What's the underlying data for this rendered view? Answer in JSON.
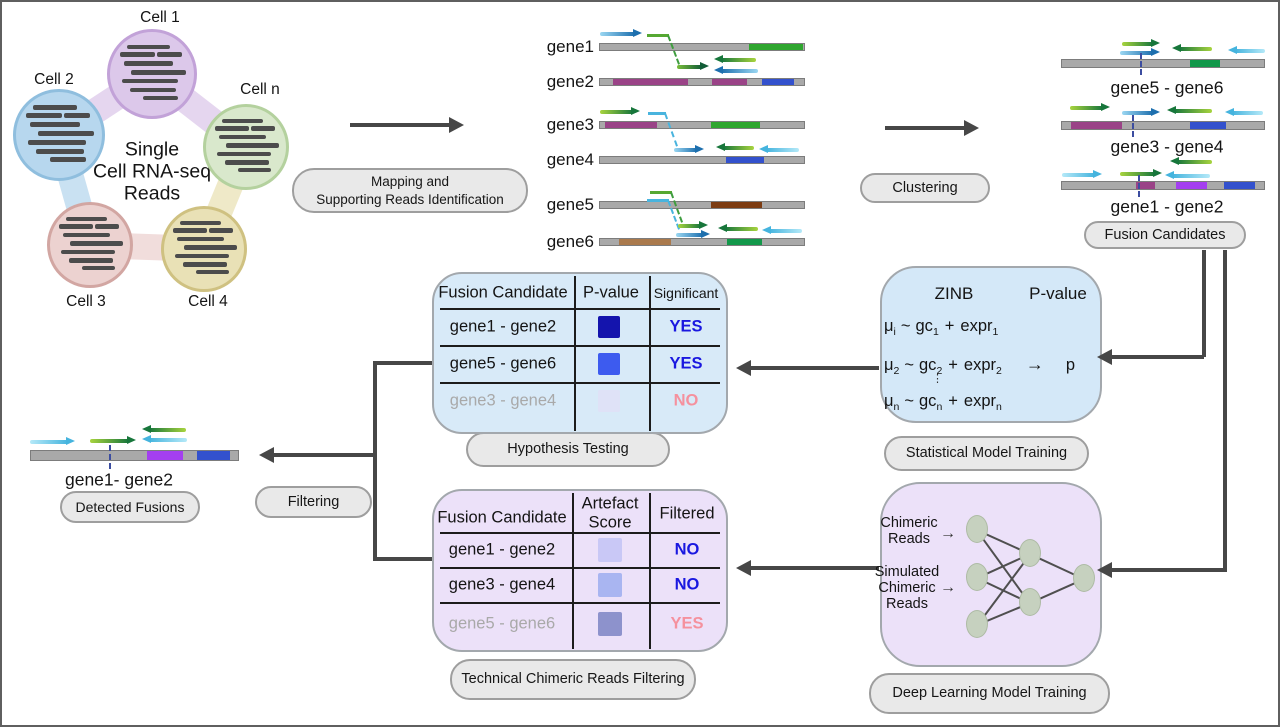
{
  "palette": {
    "flow": "#474747",
    "bar_gray": "#a9a9a9",
    "bar_border": "#7c7c7c",
    "table_line": "#1c1c1c",
    "green": "#2fa62f",
    "dark_green": "#12984a",
    "purple": "#9a4387",
    "blue": "#3351cd",
    "brown": "#7c3c12",
    "tan": "#aa7a4d",
    "violet": "#a43ff0",
    "junction_dash": "#3c4da0",
    "box_blue": "#d8eaf8",
    "box_purple": "#ece1f9",
    "box_border": "#a3a8ad",
    "pill_bg": "#e9e9e9",
    "pill_border": "#9e9e9e",
    "node_fill": "#c6d1bf",
    "node_border": "#aebba5",
    "nn_line": "#4f4f4f",
    "yes_blue": "#1a18e0",
    "no_pink": "#f5919e",
    "dim": "#a9a9a9",
    "read_b": [
      "#9bd7f2",
      "#1d6fae"
    ],
    "read_c": [
      "#b5e9f8",
      "#45b4de"
    ],
    "read_g": [
      "#a8d43e",
      "#17763b"
    ],
    "read_g2": [
      "#79bd3a",
      "#115c36"
    ],
    "cell_read": "#4c4c4c"
  },
  "cluster": {
    "center_lines": [
      "Single",
      "Cell RNA-seq",
      "Reads"
    ],
    "cells": [
      {
        "label": "Cell 1",
        "fill": "#dcc8ea",
        "stroke": "#c2a2d8"
      },
      {
        "label": "Cell 2",
        "fill": "#b7d7ee",
        "stroke": "#8fbede"
      },
      {
        "label": "Cell n",
        "fill": "#d9e8cc",
        "stroke": "#b4d19e"
      },
      {
        "label": "Cell 3",
        "fill": "#ecd2d0",
        "stroke": "#d2a6a2"
      },
      {
        "label": "Cell 4",
        "fill": "#e9e1b6",
        "stroke": "#cfc181"
      }
    ]
  },
  "pills": {
    "mapping_line1": "Mapping and",
    "mapping_line2": "Supporting Reads Identification",
    "clustering": "Clustering",
    "fusion_candidates": "Fusion Candidates",
    "hypothesis": "Hypothesis Testing",
    "statistical": "Statistical Model Training",
    "filtering": "Filtering",
    "detected": "Detected Fusions",
    "technical": "Technical Chimeric Reads Filtering",
    "deep": "Deep Learning Model Training"
  },
  "genes": [
    {
      "label": "gene1",
      "segments": [
        {
          "color": "green",
          "from": 0.73,
          "to": 0.99
        }
      ]
    },
    {
      "label": "gene2",
      "segments": [
        {
          "color": "purple",
          "from": 0.07,
          "to": 0.43
        },
        {
          "color": "purple",
          "from": 0.55,
          "to": 0.72
        },
        {
          "color": "blue",
          "from": 0.79,
          "to": 0.945
        }
      ]
    },
    {
      "label": "gene3",
      "segments": [
        {
          "color": "purple",
          "from": 0.03,
          "to": 0.28
        },
        {
          "color": "green",
          "from": 0.545,
          "to": 0.78
        }
      ]
    },
    {
      "label": "gene4",
      "segments": [
        {
          "color": "blue",
          "from": 0.615,
          "to": 0.8
        }
      ]
    },
    {
      "label": "gene5",
      "segments": [
        {
          "color": "brown",
          "from": 0.545,
          "to": 0.79
        }
      ]
    },
    {
      "label": "gene6",
      "segments": [
        {
          "color": "tan",
          "from": 0.095,
          "to": 0.35
        },
        {
          "color": "dark_green",
          "from": 0.62,
          "to": 0.79
        }
      ]
    }
  ],
  "fusion_candidates": [
    {
      "label": "gene5 - gene6",
      "junction": 0.387,
      "segments": [
        {
          "color": "dark_green",
          "from": 0.63,
          "to": 0.78
        }
      ]
    },
    {
      "label": "gene3 - gene4",
      "junction": 0.348,
      "segments": [
        {
          "color": "purple",
          "from": 0.05,
          "to": 0.3
        },
        {
          "color": "blue",
          "from": 0.63,
          "to": 0.81
        }
      ]
    },
    {
      "label": "gene1 - gene2",
      "junction": 0.377,
      "segments": [
        {
          "color": "purple",
          "from": 0.37,
          "to": 0.46
        },
        {
          "color": "violet",
          "from": 0.565,
          "to": 0.715
        },
        {
          "color": "blue",
          "from": 0.8,
          "to": 0.95
        }
      ]
    }
  ],
  "detected_fusion": {
    "label": "gene1- gene2",
    "junction": 0.38,
    "segments": [
      {
        "color": "violet",
        "from": 0.56,
        "to": 0.73
      },
      {
        "color": "blue",
        "from": 0.8,
        "to": 0.955
      }
    ]
  },
  "hypothesis_table": {
    "header_candidate": "Fusion Candidate",
    "header_value": "P-value",
    "header_result": "Significant",
    "rows": [
      {
        "candidate": "gene1 - gene2",
        "value_color": "#1414ad",
        "result": "YES",
        "result_color": "#1a18e0",
        "dimmed": false
      },
      {
        "candidate": "gene5 - gene6",
        "value_color": "#3d5bef",
        "result": "YES",
        "result_color": "#1a18e0",
        "dimmed": false
      },
      {
        "candidate": "gene3 - gene4",
        "value_color": "#dfe2f7",
        "result": "NO",
        "result_color": "#f5919e",
        "dimmed": true
      }
    ]
  },
  "artefact_table": {
    "header_candidate": "Fusion Candidate",
    "header_value_line1": "Artefact",
    "header_value_line2": "Score",
    "header_result": "Filtered",
    "rows": [
      {
        "candidate": "gene1 - gene2",
        "value_color": "#c9c8f6",
        "result": "NO",
        "result_color": "#1a18e0",
        "dimmed": false
      },
      {
        "candidate": "gene3 - gene4",
        "value_color": "#a9b5f1",
        "result": "NO",
        "result_color": "#1a18e0",
        "dimmed": false
      },
      {
        "candidate": "gene5 - gene6",
        "value_color": "#8d92cc",
        "result": "YES",
        "result_color": "#f5919e",
        "dimmed": true
      }
    ]
  },
  "zinb": {
    "title": "ZINB",
    "ptitle": "P-value",
    "parts": {
      "mu": "μ",
      "tilde": "~",
      "gc": "gc",
      "plus": "+",
      "expr": "expr"
    },
    "equations": [
      {
        "mu_sub": "i",
        "idx_sub": "1",
        "output": ""
      },
      {
        "mu_sub": "2",
        "idx_sub": "2",
        "output": "p"
      },
      {
        "mu_sub": "n",
        "idx_sub": "n",
        "output": ""
      }
    ],
    "dots": "⋮",
    "arrow_glyph": "→"
  },
  "deep_learning": {
    "inputs": [
      {
        "lines": [
          "Chimeric",
          "Reads"
        ]
      },
      {
        "lines": [
          "Simulated",
          "Chimeric",
          "Reads"
        ]
      }
    ],
    "arrow_glyph": "→"
  }
}
